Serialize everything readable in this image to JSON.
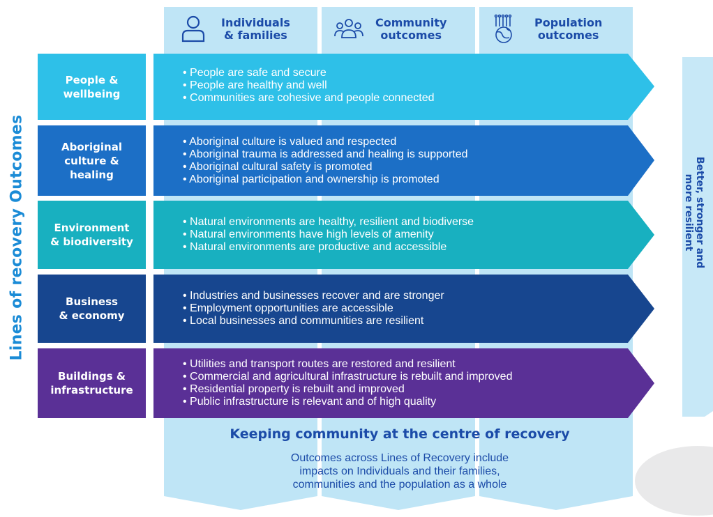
{
  "columns": [
    {
      "icon": "person-icon",
      "label_line1": "Individuals",
      "label_line2": "& families"
    },
    {
      "icon": "community-icon",
      "label_line1": "Community",
      "label_line2": "outcomes"
    },
    {
      "icon": "globe-population-icon",
      "label_line1": "Population",
      "label_line2": "outcomes"
    }
  ],
  "side_title": "Lines of recovery Outcomes",
  "rows": [
    {
      "label_line1": "People &",
      "label_line2": "wellbeing",
      "label_line3": "",
      "color": "#2ec0e8",
      "items": [
        "People are safe and secure",
        "People are healthy and well",
        "Communities are cohesive and people connected"
      ]
    },
    {
      "label_line1": "Aboriginal",
      "label_line2": "culture &",
      "label_line3": "healing",
      "color": "#1c6fc6",
      "items": [
        "Aboriginal culture is valued and respected",
        "Aboriginal trauma is addressed and healing is supported",
        "Aboriginal cultural safety is promoted",
        "Aboriginal participation and ownership is promoted"
      ]
    },
    {
      "label_line1": "Environment",
      "label_line2": "& biodiversity",
      "label_line3": "",
      "color": "#18b0c0",
      "items": [
        "Natural environments are healthy, resilient and biodiverse",
        "Natural environments have high levels of amenity",
        "Natural environments are productive and accessible"
      ]
    },
    {
      "label_line1": "Business",
      "label_line2": "& economy",
      "label_line3": "",
      "color": "#17468f",
      "items": [
        "Industries and businesses recover and are stronger",
        "Employment opportunities are accessible",
        "Local businesses and communities are resilient"
      ]
    },
    {
      "label_line1": "Buildings &",
      "label_line2": "infrastructure",
      "label_line3": "",
      "color": "#5a3096",
      "items": [
        "Utilities and transport routes are restored and resilient",
        "Commercial and agricultural infrastructure is rebuilt and improved",
        "Residential property is rebuilt and improved",
        "Public infrastructure is relevant and of high quality"
      ]
    }
  ],
  "right_arrow": {
    "line1": "Better, stronger and",
    "line2": "more resilient"
  },
  "bottom": {
    "title": "Keeping community at the centre of recovery",
    "line1": "Outcomes across Lines of Recovery include",
    "line2": "impacts on Individuals and their families,",
    "line3": "communities and the population as a whole"
  },
  "colors": {
    "light_column": "#bfe5f6",
    "heading_blue": "#1b4ba8",
    "side_title": "#1a8bd6"
  }
}
